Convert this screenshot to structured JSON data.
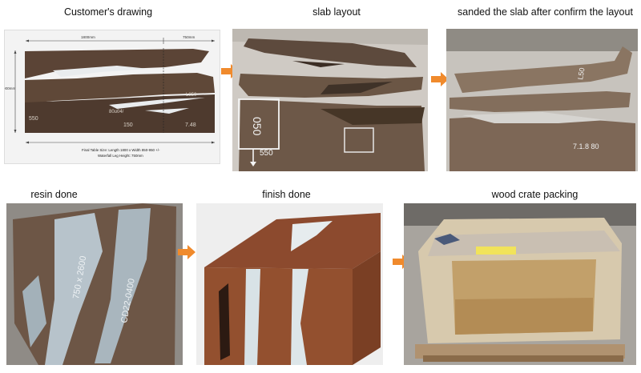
{
  "captions": {
    "customers_drawing": "Customer's drawing",
    "slab_layout": "slab layout",
    "sanded": "sanded the slab after confirm the layout",
    "resin_done": "resin done",
    "finish_done": "finish done",
    "crate_packing": "wood crate packing"
  },
  "drawing": {
    "width_dim": "1800mm",
    "leg_dim": "750mm",
    "height_dim": "900mm",
    "note_line1": "Final Table Size: Length 1800 x Width 850-950 +/-",
    "note_line2": "Waterfall Leg Height: 750mm"
  },
  "colors": {
    "arrow": "#f08a2c",
    "walnut": "#5a4030",
    "resin": "#b9c6cc"
  }
}
